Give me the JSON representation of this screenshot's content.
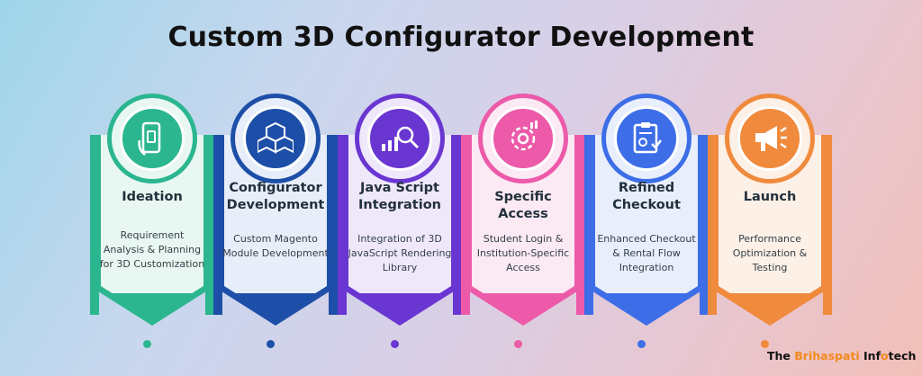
{
  "title": "Custom 3D Configurator Development",
  "brand": {
    "the": "The",
    "name1": "Brihaspati",
    "name2_pre": "Inf",
    "name2_mid": "o",
    "name2_post": "tech"
  },
  "steps": [
    {
      "title": "Ideation",
      "desc": "Requirement Analysis & Planning for 3D Customization",
      "color": "#2bb68f",
      "light": "#e8f7f1",
      "icon": "smartphone-icon"
    },
    {
      "title": "Configurator Development",
      "desc": "Custom Magento Module Development",
      "color": "#1e4fa8",
      "light": "#e8eef9",
      "icon": "cubes-icon"
    },
    {
      "title": "Java Script Integration",
      "desc": "Integration of 3D JavaScript Rendering Library",
      "color": "#6a36d1",
      "light": "#efe8fb",
      "icon": "chart-search-icon"
    },
    {
      "title": "Specific Access",
      "desc": "Student Login & Institution-Specific Access",
      "color": "#ec5aa9",
      "light": "#fbe9f3",
      "icon": "access-gear-icon"
    },
    {
      "title": "Refined Checkout",
      "desc": "Enhanced Checkout & Rental Flow Integration",
      "color": "#3d6ee8",
      "light": "#e8eefc",
      "icon": "clipboard-check-icon"
    },
    {
      "title": "Launch",
      "desc": "Performance Optimization & Testing",
      "color": "#f08a3c",
      "light": "#fdf0e6",
      "icon": "megaphone-icon"
    }
  ]
}
